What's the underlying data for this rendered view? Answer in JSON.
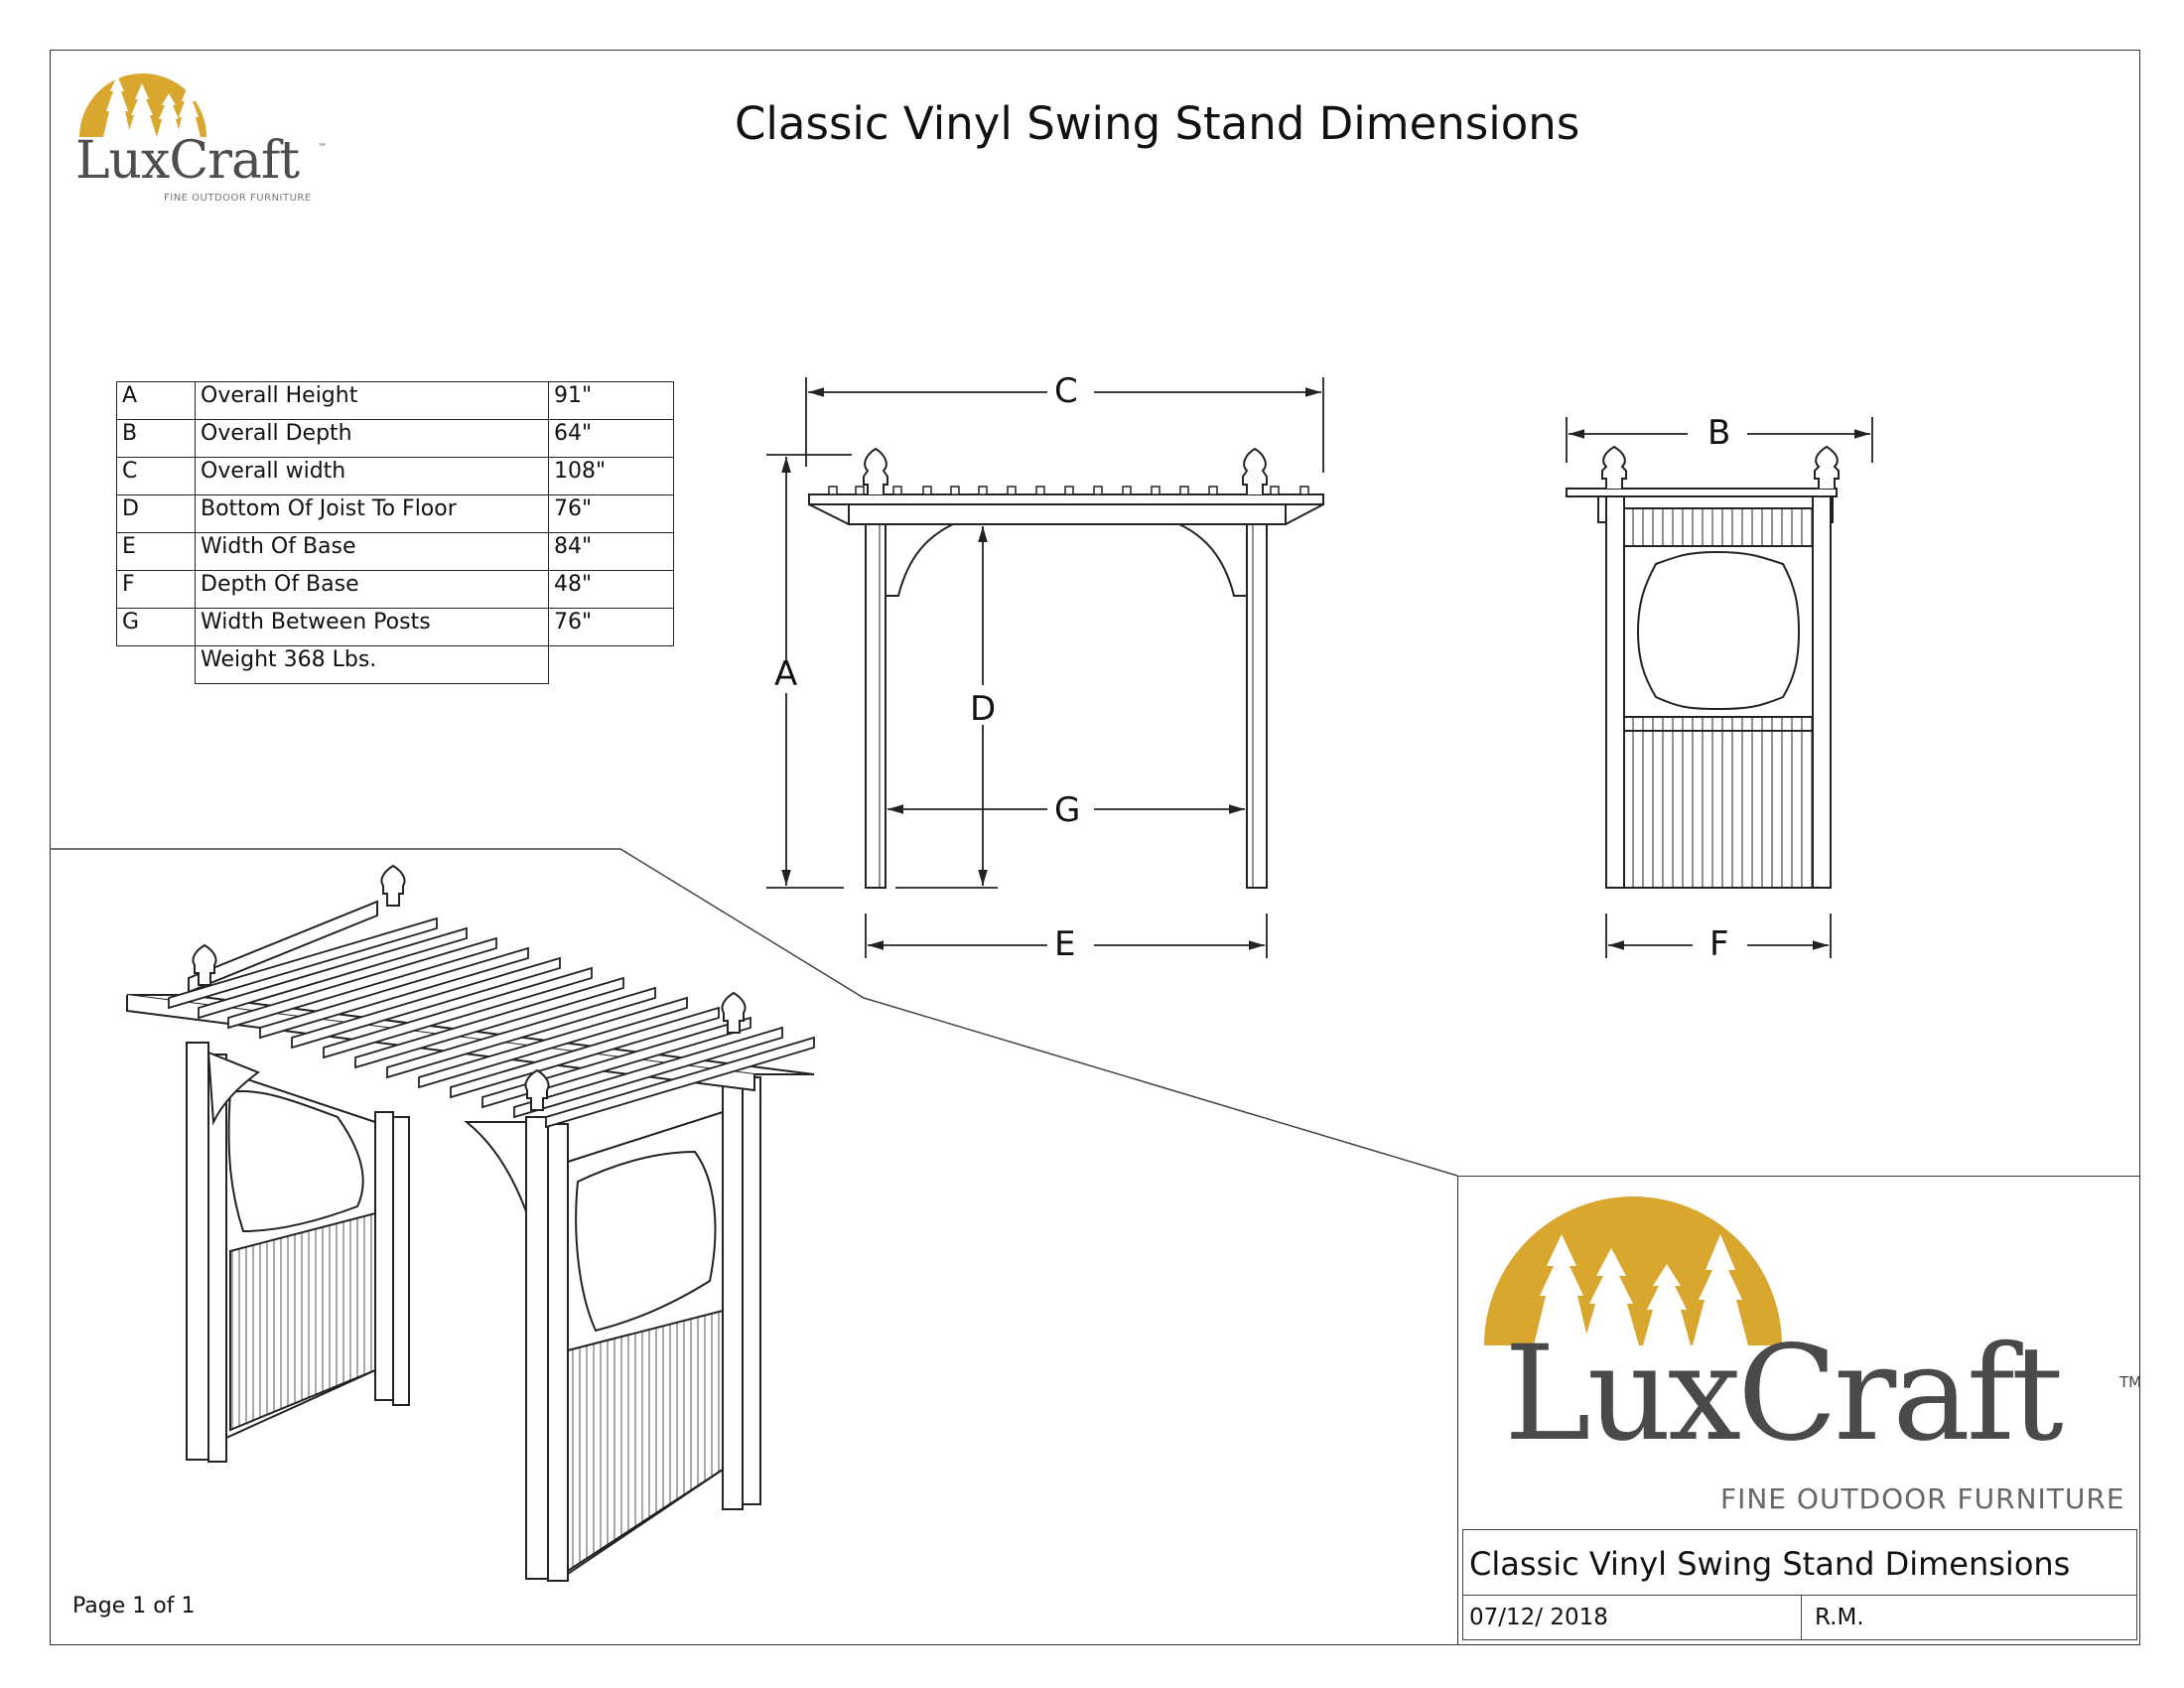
{
  "header": {
    "title": "Classic Vinyl Swing Stand Dimensions"
  },
  "logo_small": {
    "brand": "LuxCraft",
    "tagline": "FINE OUTDOOR FURNITURE",
    "tm": "™"
  },
  "logo_large": {
    "brand": "LuxCraft",
    "tagline": "FINE OUTDOOR FURNITURE",
    "tm": "TM"
  },
  "colors": {
    "logo_gold": "#d9a62e",
    "brand_gray": "#4a4a4a",
    "line": "#222222"
  },
  "dimensions_table": {
    "rows": [
      {
        "letter": "A",
        "label": "Overall Height",
        "value": "91\""
      },
      {
        "letter": "B",
        "label": "Overall Depth",
        "value": "64\""
      },
      {
        "letter": "C",
        "label": "Overall width",
        "value": "108\""
      },
      {
        "letter": "D",
        "label": "Bottom Of Joist To Floor",
        "value": "76\""
      },
      {
        "letter": "E",
        "label": "Width Of Base",
        "value": "84\""
      },
      {
        "letter": "F",
        "label": "Depth Of Base",
        "value": "48\""
      },
      {
        "letter": "G",
        "label": "Width Between Posts",
        "value": "76\""
      }
    ],
    "weight": "Weight 368 Lbs."
  },
  "callouts": {
    "A": "A",
    "B": "B",
    "C": "C",
    "D": "D",
    "E": "E",
    "F": "F",
    "G": "G"
  },
  "footer": {
    "page": "Page 1 of 1"
  },
  "title_block": {
    "title": "Classic Vinyl Swing Stand Dimensions",
    "date": "07/12/ 2018",
    "author": "R.M."
  }
}
